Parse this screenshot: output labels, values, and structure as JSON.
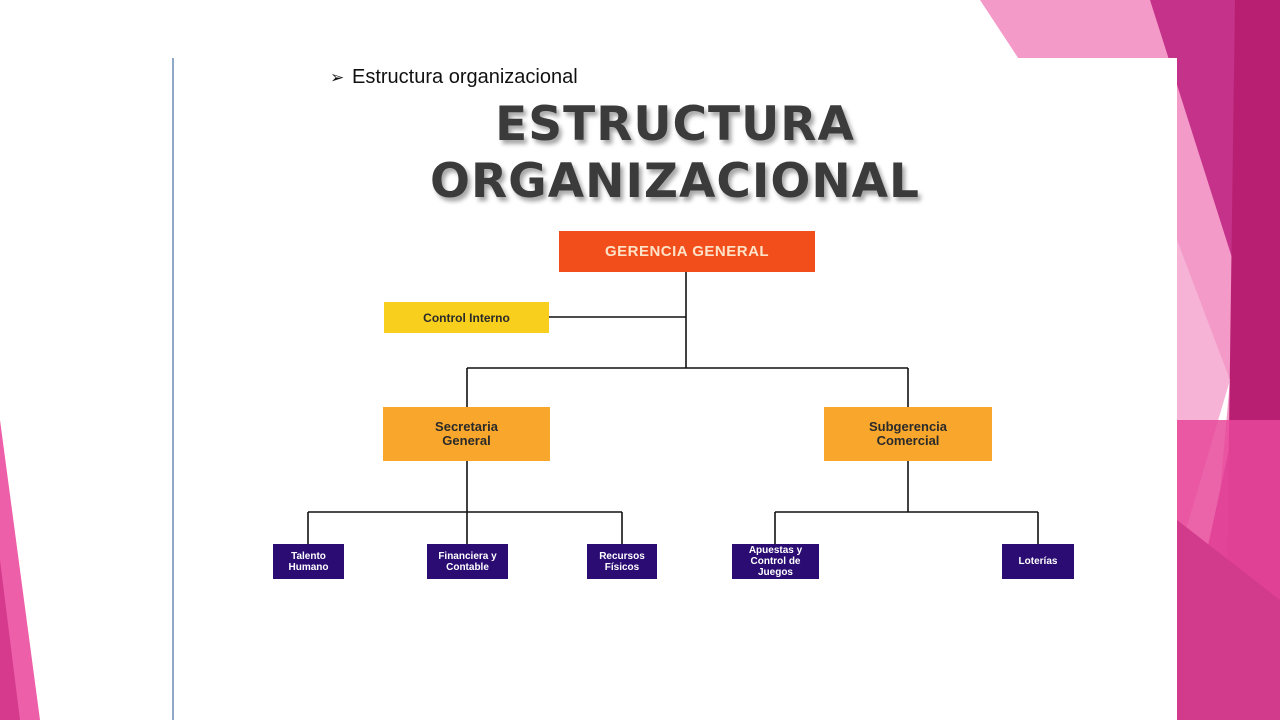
{
  "slide": {
    "bullet_text": "Estructura organizacional",
    "bullet_icon": "arrow-bullet-icon"
  },
  "chart": {
    "title_line1": "ESTRUCTURA",
    "title_line2": "ORGANIZACIONAL",
    "nodes": {
      "gerencia": "GERENCIA GENERAL",
      "control": "Control Interno",
      "secretaria": "Secretaria General",
      "subgerencia": "Subgerencia Comercial",
      "talento": "Talento Humano",
      "financiera": "Financiera y Contable",
      "recursos": "Recursos Físicos",
      "apuestas": "Apuestas y Control de Juegos",
      "loterias": "Loterías"
    }
  },
  "colors": {
    "pink_light": "#f49ac9",
    "pink_mid": "#e8489a",
    "magenta": "#c2307f",
    "top_node": "#f24e1b",
    "yellow_node": "#f7cf1c",
    "orange_node": "#f9a72c",
    "navy_node": "#2b0c72"
  }
}
